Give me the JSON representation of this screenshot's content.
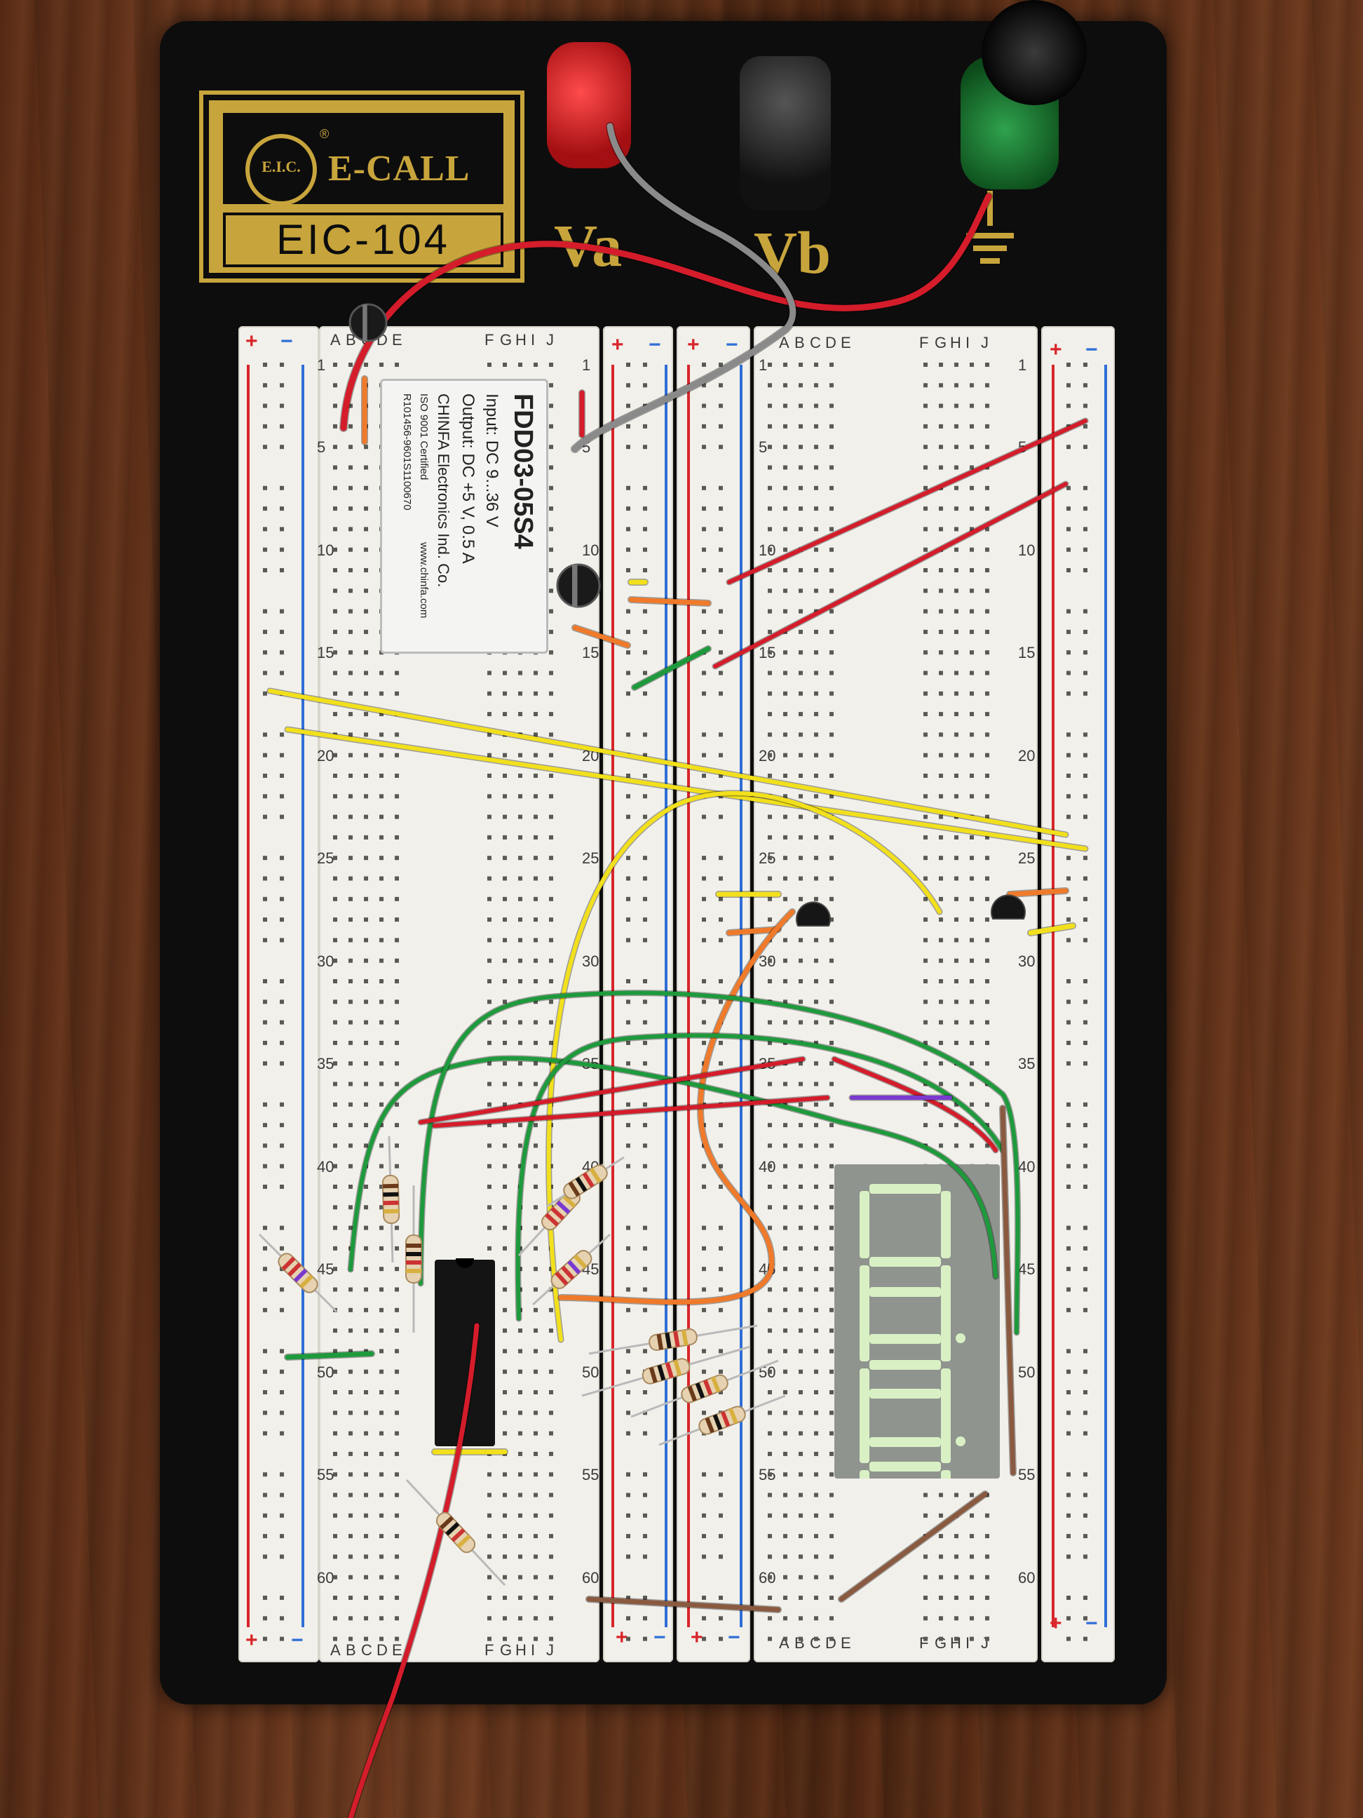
{
  "board_logo": {
    "circle_text": "E.I.C.",
    "registered_mark": "®",
    "brand": "E-CALL",
    "model": "EIC-104"
  },
  "terminal_labels": {
    "va": "Va",
    "vb": "Vb"
  },
  "column_labels": {
    "left_group_1": [
      "A",
      "B",
      "C",
      "D",
      "E"
    ],
    "left_group_2": [
      "F",
      "G",
      "H",
      "I",
      "J"
    ],
    "right_group_1": [
      "A",
      "B",
      "C",
      "D",
      "E"
    ],
    "right_group_2": [
      "F",
      "G",
      "H",
      "I",
      "J"
    ]
  },
  "row_numbers": [
    "1",
    "5",
    "10",
    "15",
    "20",
    "25",
    "30",
    "35",
    "40",
    "45",
    "50",
    "55",
    "60"
  ],
  "rail_signs": {
    "plus": "+",
    "minus": "−"
  },
  "dcdc_module": {
    "model": "FDD03-05S4",
    "input": "Input:  DC 9...36 V",
    "output": "Output:  DC +5 V, 0.5 A",
    "maker": "CHINFA Electronics Ind. Co.",
    "cert": "ISO 9001 Certified",
    "website": "www.chinfa.com",
    "serial": "R101456-9601S1100670"
  },
  "colors": {
    "board": "#0d0d0d",
    "logo_gold": "#c8a53c",
    "breadboard": "#f2f0eb",
    "rail_red": "#d8262a",
    "rail_blue": "#2f6fd6",
    "wire_red": "#d41c2a",
    "wire_yellow": "#f2e01c",
    "wire_green": "#1e9a3c",
    "wire_orange": "#f07a2a",
    "wire_gray": "#8a8a8a",
    "wire_brown": "#8a5a40",
    "wire_purple": "#7a3ad0",
    "display_segment": "#d9f0c4"
  },
  "display": {
    "digits": 3,
    "value_shown": "8.8.8."
  }
}
